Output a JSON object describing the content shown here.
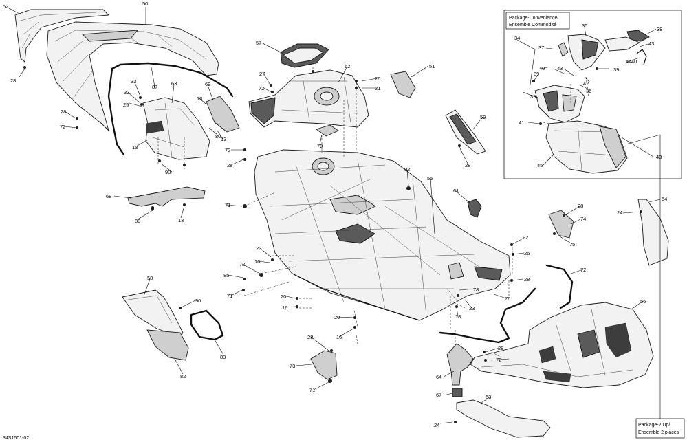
{
  "diagram": {
    "drawing_code": "34S1501-02",
    "inset_label_lines": [
      "Package-Convenience/",
      "Ensemble Commodité"
    ],
    "bottom_note_lines": [
      "Package-2 Up/",
      "Ensemble 2 places"
    ],
    "callouts": [
      "52",
      "50",
      "28",
      "57",
      "87",
      "33",
      "32",
      "25",
      "63",
      "69",
      "13",
      "27",
      "72",
      "62",
      "26",
      "21",
      "51",
      "28",
      "72",
      "80",
      "13",
      "13",
      "70",
      "59",
      "28",
      "72",
      "28",
      "90",
      "92",
      "55",
      "68",
      "61",
      "71",
      "80",
      "13",
      "28",
      "54",
      "24",
      "74",
      "75",
      "20",
      "16",
      "92",
      "26",
      "72",
      "28",
      "72",
      "85",
      "71",
      "58",
      "90",
      "20",
      "16",
      "20",
      "78",
      "23",
      "76",
      "18",
      "56",
      "16",
      "28",
      "28",
      "72",
      "73",
      "83",
      "82",
      "64",
      "67",
      "71",
      "53",
      "24",
      "34",
      "35",
      "38",
      "37",
      "43",
      "39",
      "40",
      "39",
      "43",
      "40",
      "42",
      "39",
      "36",
      "41",
      "43",
      "45",
      "44"
    ]
  }
}
